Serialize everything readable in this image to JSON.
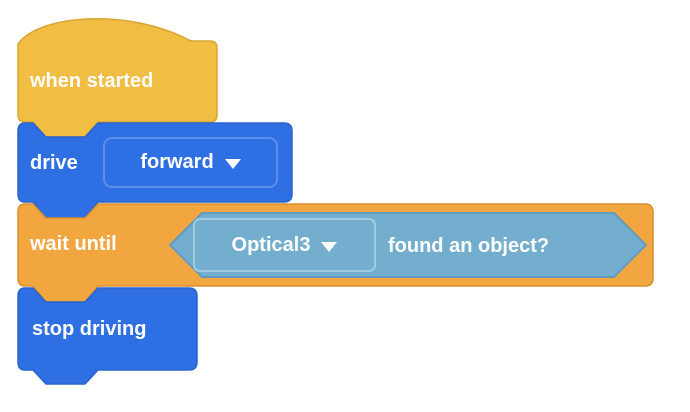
{
  "workspace": {
    "background": "#ffffff"
  },
  "palette": {
    "events_yellow": "#f2bd43",
    "events_yellow_border": "#d9a634",
    "drivetrain_blue": "#2e6fe3",
    "drivetrain_blue_border": "#2a63cd",
    "control_orange": "#f2a640",
    "control_orange_border": "#d98e2e",
    "sensing_cyan": "#74aecf",
    "sensing_cyan_border": "#649abb",
    "text_white": "#ffffff"
  },
  "blocks": [
    {
      "id": "when-started",
      "type": "hat",
      "category": "events",
      "label": "when started"
    },
    {
      "id": "drive",
      "type": "stack",
      "category": "drivetrain",
      "label": "drive",
      "dropdown": {
        "value": "forward",
        "icon": "caret-down-icon"
      }
    },
    {
      "id": "wait-until",
      "type": "stack",
      "category": "control",
      "label": "wait until",
      "condition": {
        "type": "boolean-hexagon",
        "category": "sensing",
        "dropdown": {
          "value": "Optical3",
          "icon": "caret-down-icon"
        },
        "label": "found an object?"
      }
    },
    {
      "id": "stop-driving",
      "type": "stack",
      "category": "drivetrain",
      "label": "stop driving"
    }
  ]
}
